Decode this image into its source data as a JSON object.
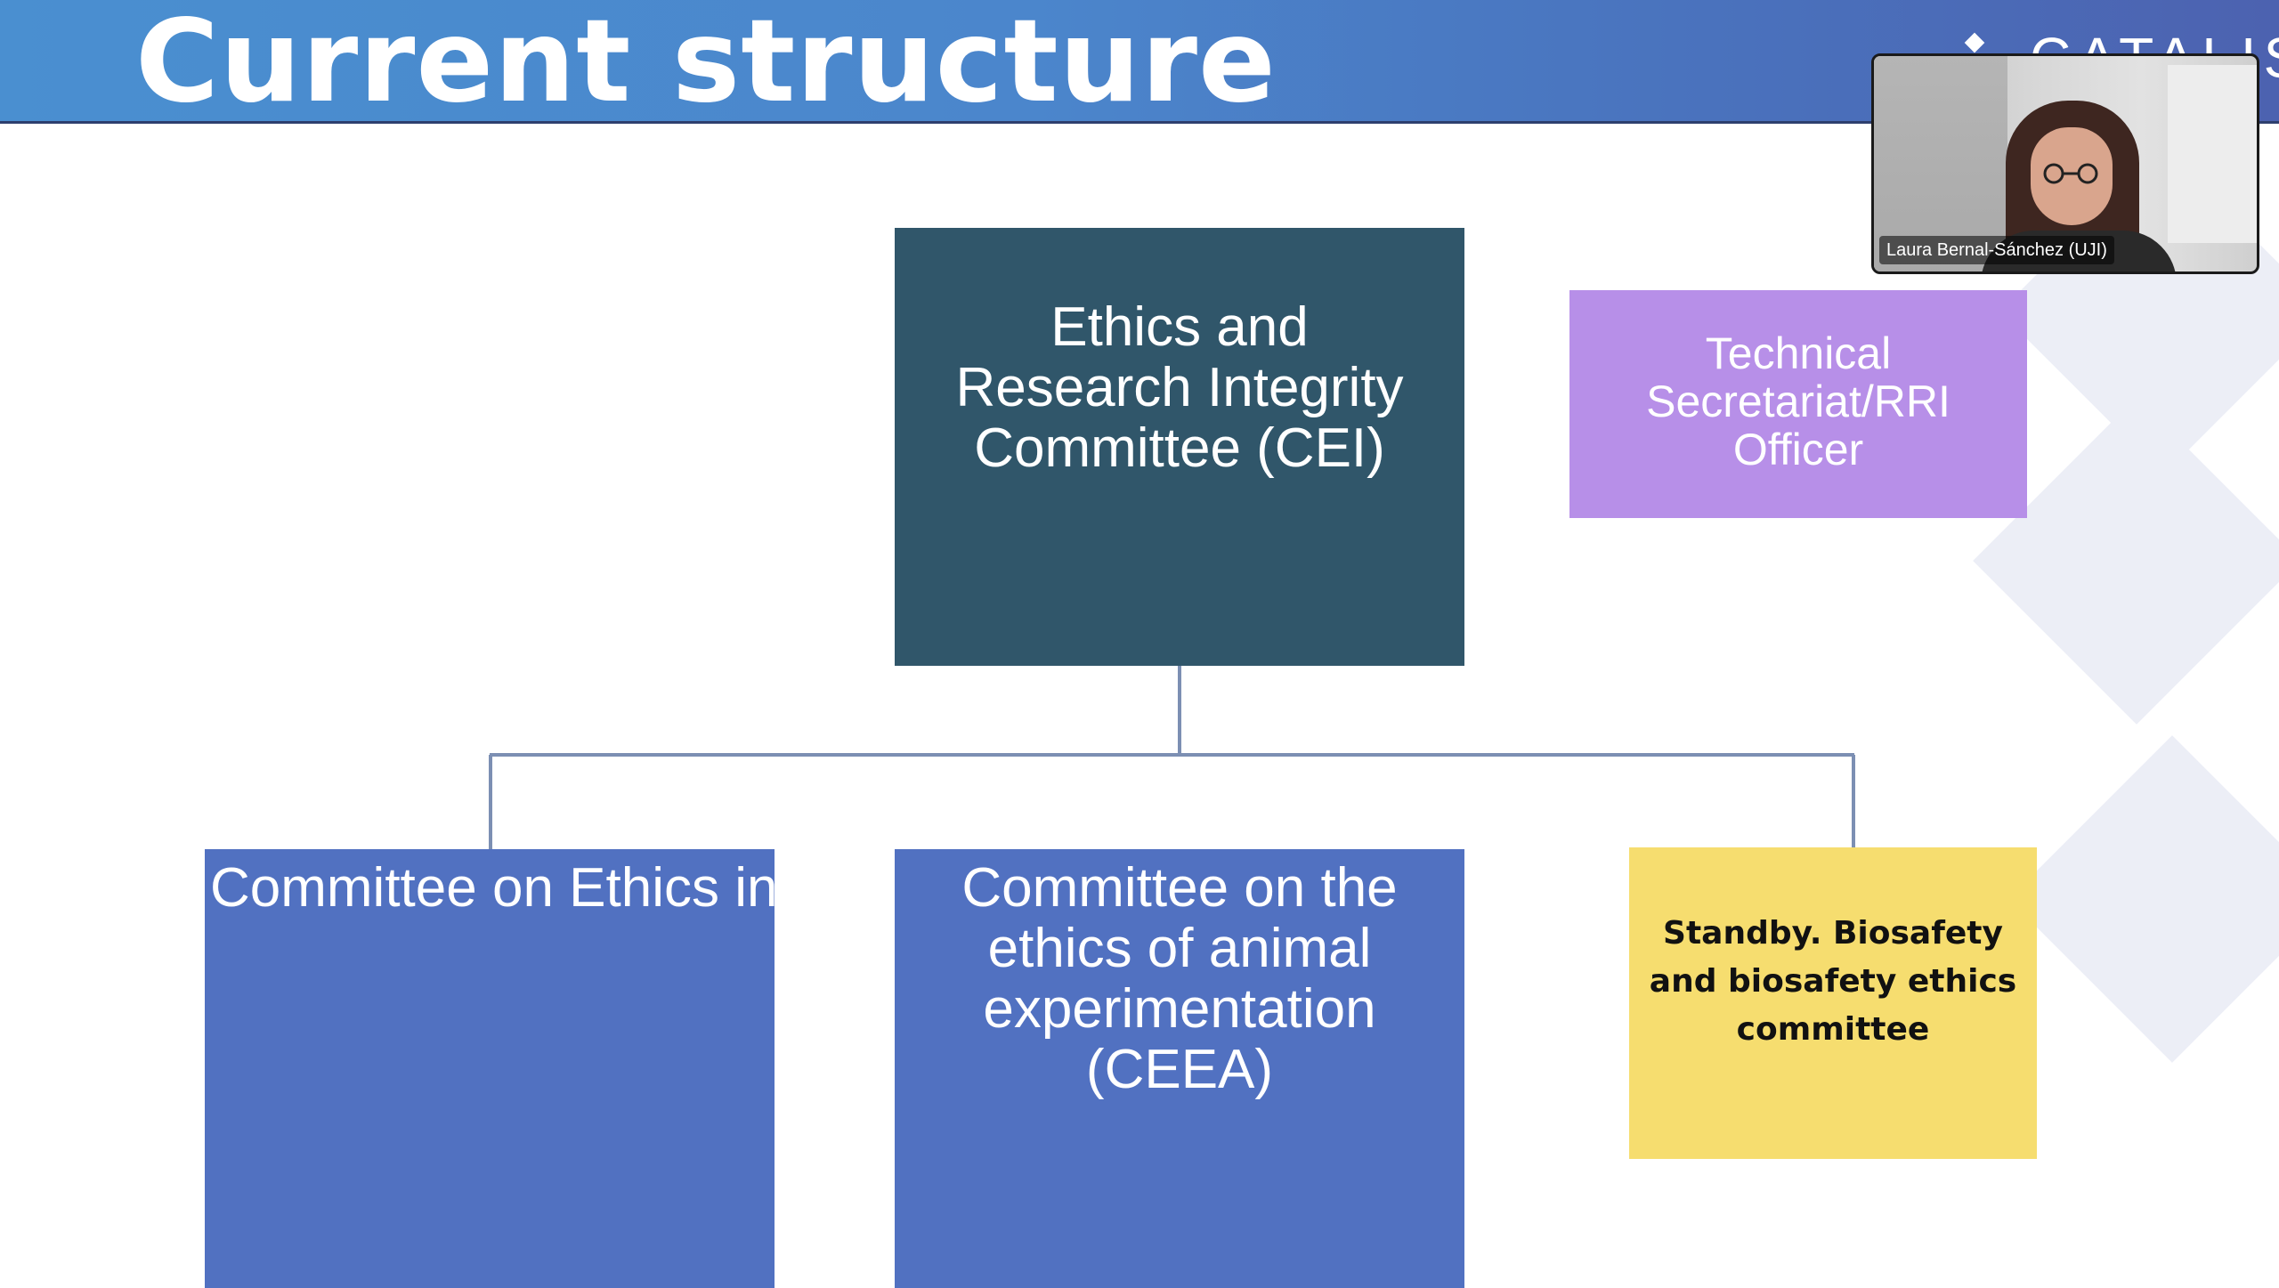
{
  "slide": {
    "title": "Current structure",
    "brand_text": "CATALISI"
  },
  "org_chart": {
    "main": "Ethics and Research Integrity Committee (CEI)",
    "secretariat": "Technical Secretariat/RRI Officer",
    "children": [
      "Committee on Ethics in Human Research (CEISH)",
      "Committee on the ethics of animal experimentation (CEEA)",
      "Standby. Biosafety and biosafety ethics committee"
    ]
  },
  "video": {
    "participant_name": "Laura Bernal-Sánchez (UJI)"
  },
  "colors": {
    "banner": "#4a86cc",
    "main_box": "#30566a",
    "secretariat_box": "#b78fe8",
    "child_box": "#5171c1",
    "standby_box": "#f6dd6f",
    "connector": "#7c8fb3"
  }
}
